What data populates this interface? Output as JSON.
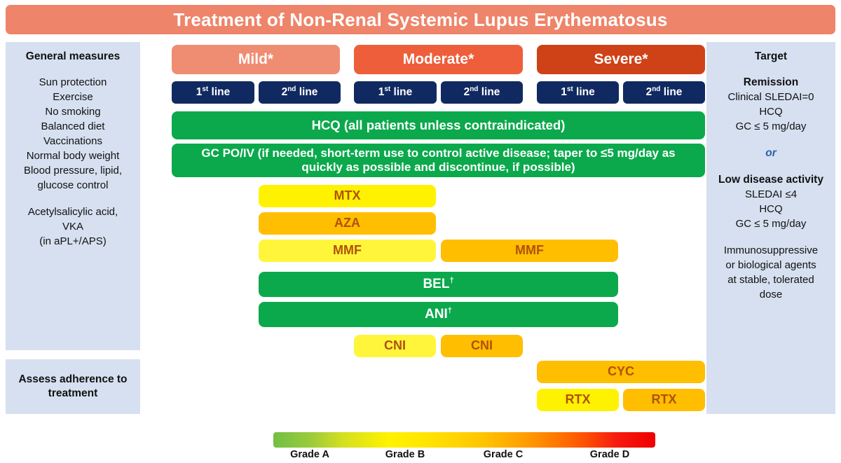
{
  "title": "Treatment of Non-Renal Systemic Lupus Erythematosus",
  "left_panel": {
    "heading": "General measures",
    "measures": [
      "Sun protection",
      "Exercise",
      "No smoking",
      "Balanced diet",
      "Vaccinations",
      "Normal body weight",
      "Blood pressure, lipid,",
      "glucose control"
    ],
    "anticoagulation": [
      "Acetylsalicylic acid,",
      "VKA",
      "(in aPL+/APS)"
    ],
    "adherence": "Assess adherence to treatment"
  },
  "right_panel": {
    "heading": "Target",
    "remission_title": "Remission",
    "remission_lines": [
      "Clinical SLEDAI=0",
      "HCQ",
      "GC ≤ 5 mg/day"
    ],
    "or_label": "or",
    "low_activity_title": "Low disease activity",
    "low_activity_lines": [
      "SLEDAI ≤4",
      "HCQ",
      "GC ≤ 5 mg/day"
    ],
    "note_lines": [
      "Immunosuppressive",
      "or biological agents",
      "at stable, tolerated",
      "dose"
    ]
  },
  "severity_columns": [
    {
      "label": "Mild*",
      "color": "#ef8d73"
    },
    {
      "label": "Moderate*",
      "color": "#ee5e3b"
    },
    {
      "label": "Severe*",
      "color": "#cf4117"
    }
  ],
  "line_buttons": {
    "first_number": "1",
    "first_suffix": "st",
    "first_word": " line",
    "second_number": "2",
    "second_suffix": "nd",
    "second_word": " line",
    "color": "#102a61"
  },
  "bars": {
    "hcq": "HCQ (all patients unless contraindicated)",
    "gc": "GC PO/IV (if needed, short-term use to control active disease; taper to ≤5 mg/day as quickly as possible and discontinue, if possible)",
    "mtx": "MTX",
    "aza": "AZA",
    "mmf_left": "MMF",
    "mmf_right": "MMF",
    "bel": "BEL",
    "bel_sup": "†",
    "ani": "ANI",
    "ani_sup": "†",
    "cni_left": "CNI",
    "cni_right": "CNI",
    "cyc": "CYC",
    "rtx_left": "RTX",
    "rtx_right": "RTX"
  },
  "grade_legend": {
    "labels": [
      "Grade A",
      "Grade B",
      "Grade C",
      "Grade D"
    ],
    "gradient_stops": [
      "#72bf44",
      "#fff200",
      "#ffc400",
      "#ee0000"
    ]
  },
  "colors": {
    "title_bar": "#ee8469",
    "panel": "#d6e0f0",
    "green": "#0ba94c",
    "yellow": "#fff200",
    "yellow_light": "#fff63c",
    "amber": "#ffbe00",
    "drug_text": "#b0510a",
    "navy": "#102a61",
    "or_text": "#2b5fa8"
  }
}
